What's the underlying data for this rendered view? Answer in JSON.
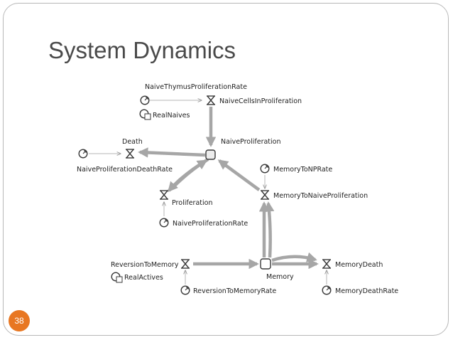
{
  "slide": {
    "title": "System Dynamics",
    "page_number": "38",
    "accent_color": "#e87722"
  },
  "diagram": {
    "labels": {
      "naive_thymus_rate": "NaiveThymusProliferationRate",
      "naive_cells_in_prolif": "NaiveCellsInProliferation",
      "real_naives": "RealNaives",
      "death": "Death",
      "naive_prolif_death_rate": "NaiveProliferationDeathRate",
      "naive_proliferation": "NaiveProliferation",
      "memory_to_np_rate": "MemoryToNPRate",
      "memory_to_naive_prolif": "MemoryToNaiveProliferation",
      "proliferation": "Proliferation",
      "naive_prolif_rate": "NaiveProliferationRate",
      "reversion_to_memory": "ReversionToMemory",
      "real_actives": "RealActives",
      "memory": "Memory",
      "memory_death": "MemoryDeath",
      "reversion_rate": "ReversionToMemoryRate",
      "memory_death_rate": "MemoryDeathRate"
    },
    "colors": {
      "flow": "#a6a6a6",
      "link": "#b5b5b5",
      "node_stroke": "#3a3a3a"
    }
  }
}
